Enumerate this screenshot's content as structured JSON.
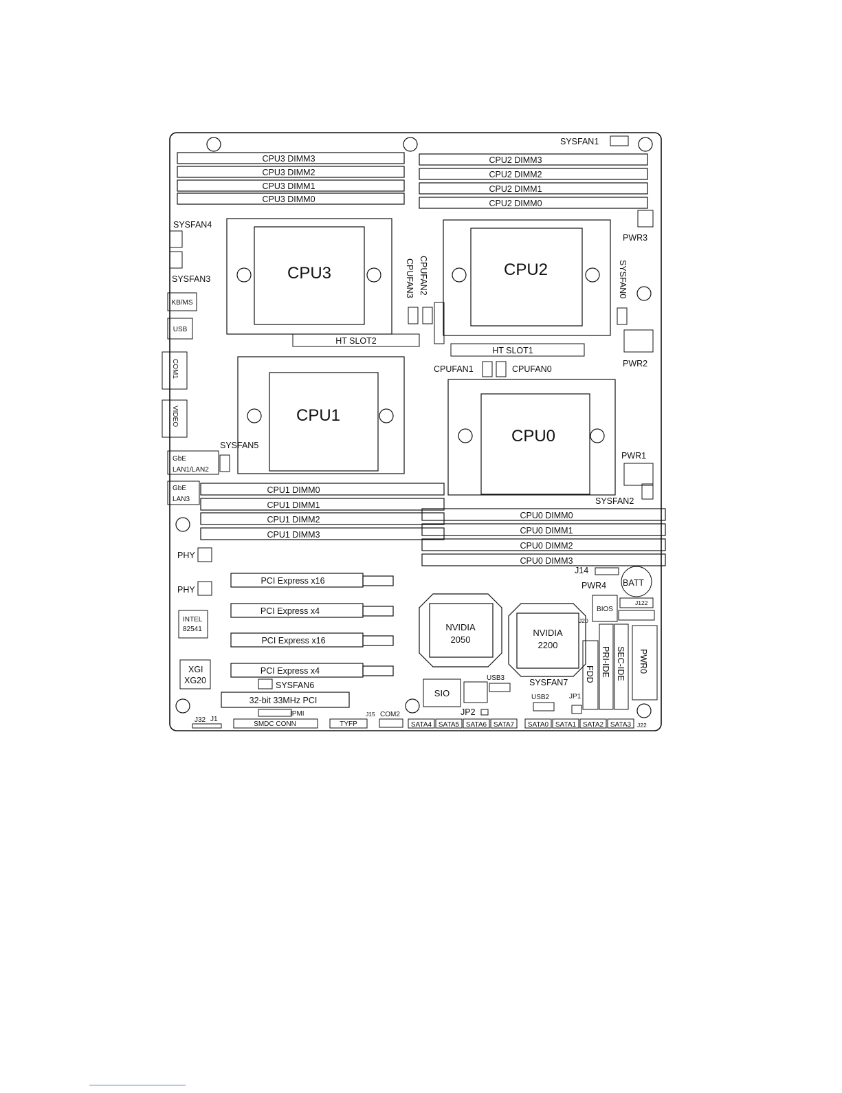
{
  "title": "",
  "cpus": [
    "CPU3",
    "CPU2",
    "CPU1",
    "CPU0"
  ],
  "dimms": {
    "cpu3": [
      "CPU3 DIMM3",
      "CPU3 DIMM2",
      "CPU3 DIMM1",
      "CPU3 DIMM0"
    ],
    "cpu2": [
      "CPU2 DIMM3",
      "CPU2 DIMM2",
      "CPU2 DIMM1",
      "CPU2 DIMM0"
    ],
    "cpu1": [
      "CPU1 DIMM0",
      "CPU1 DIMM1",
      "CPU1 DIMM2",
      "CPU1 DIMM3"
    ],
    "cpu0": [
      "CPU0 DIMM0",
      "CPU0 DIMM1",
      "CPU0 DIMM2",
      "CPU0 DIMM3"
    ]
  },
  "ht_slots": [
    "HT SLOT2",
    "HT SLOT1"
  ],
  "pci_slots": [
    "PCI Express x16",
    "PCI Express x4",
    "PCI Express x16",
    "PCI Express x4",
    "32-bit 33MHz PCI"
  ],
  "chips": {
    "nvidia2050": [
      "NVIDIA",
      "2050"
    ],
    "nvidia2200": [
      "NVIDIA",
      "2200"
    ],
    "intel": [
      "INTEL",
      "82541"
    ],
    "xgi": [
      "XGI",
      "XG20"
    ],
    "sio": "SIO",
    "bios": "BIOS",
    "batt": "BATT",
    "phy": "PHY"
  },
  "fans": {
    "sysfan0": "SYSFAN0",
    "sysfan1": "SYSFAN1",
    "sysfan2": "SYSFAN2",
    "sysfan3": "SYSFAN3",
    "sysfan4": "SYSFAN4",
    "sysfan5": "SYSFAN5",
    "sysfan6": "SYSFAN6",
    "sysfan7": "SYSFAN7",
    "cpufan0": "CPUFAN0",
    "cpufan1": "CPUFAN1",
    "cpufan2": "CPUFAN2",
    "cpufan3": "CPUFAN3"
  },
  "power": {
    "pwr0": "PWR0",
    "pwr1": "PWR1",
    "pwr2": "PWR2",
    "pwr3": "PWR3",
    "pwr4": "PWR4"
  },
  "io": {
    "kbms": "KB/MS",
    "usb": "USB",
    "com1": "COM1",
    "video": "VIDEO",
    "lan12": [
      "GbE",
      "LAN1/LAN2"
    ],
    "lan3": [
      "GbE",
      "LAN3"
    ]
  },
  "storage": {
    "fdd": "FDD",
    "pri_ide": "PRI-IDE",
    "sec_ide": "SEC-IDE"
  },
  "sata": [
    "SATA4",
    "SATA5",
    "SATA6",
    "SATA7",
    "SATA0",
    "SATA1",
    "SATA2",
    "SATA3"
  ],
  "headers": {
    "j1": "J1",
    "j32": "J32",
    "j14": "J14",
    "j15": "J15",
    "j20": "J20",
    "j22": "J22",
    "j122": "J122",
    "jp1": "JP1",
    "jp2": "JP2",
    "usb2": "USB2",
    "usb3": "USB3",
    "com2": "COM2",
    "ipmi": "IPMI",
    "smdc": "SMDC CONN",
    "tyfp": "TYFP"
  }
}
